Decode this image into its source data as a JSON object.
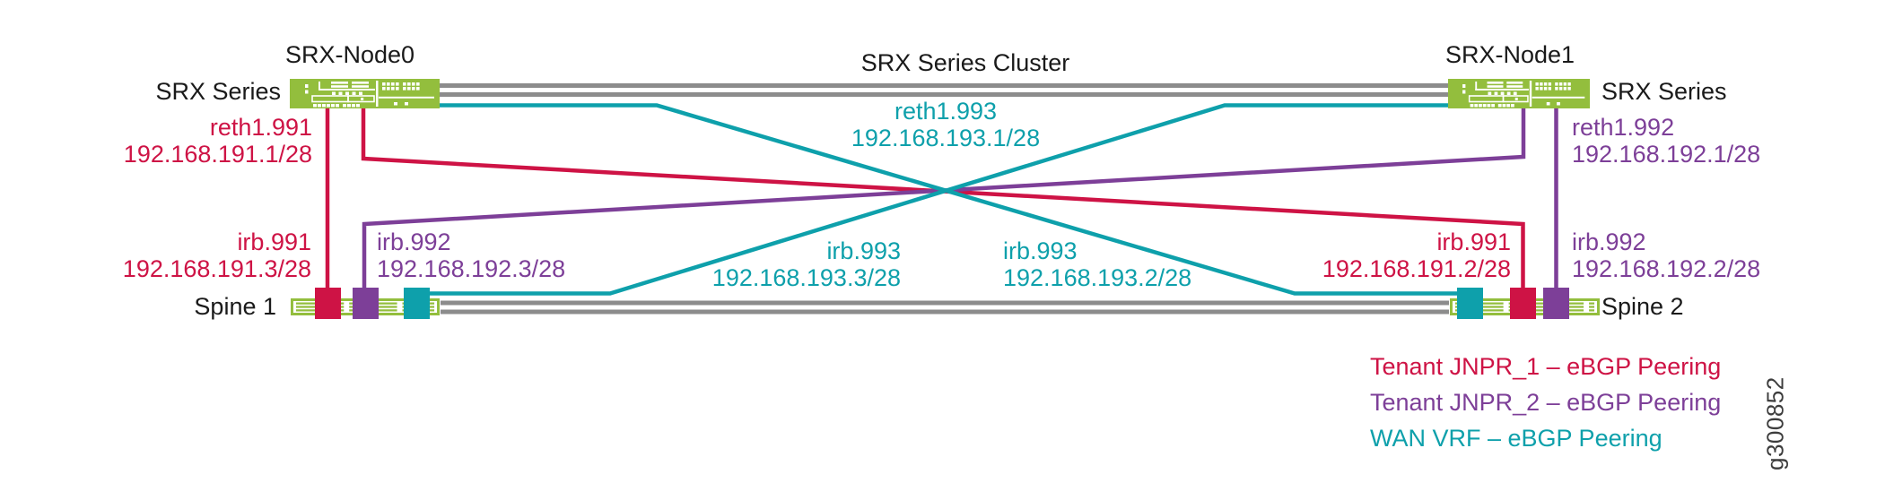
{
  "labels": {
    "node0_title": "SRX-Node0",
    "node1_title": "SRX-Node1",
    "cluster_title": "SRX Series Cluster",
    "srx_series_left": "SRX Series",
    "srx_series_right": "SRX Series",
    "spine1": "Spine 1",
    "spine2": "Spine 2"
  },
  "interfaces": {
    "reth1_991": {
      "name": "reth1.991",
      "ip": "192.168.191.1/28",
      "device": "SRX Series Cluster",
      "network": "Tenant JNPR_1"
    },
    "reth1_992": {
      "name": "reth1.992",
      "ip": "192.168.192.1/28",
      "device": "SRX Series Cluster",
      "network": "Tenant JNPR_2"
    },
    "reth1_993": {
      "name": "reth1.993",
      "ip": "192.168.193.1/28",
      "device": "SRX Series Cluster",
      "network": "WAN VRF"
    },
    "irb991_spine1": {
      "name": "irb.991",
      "ip": "192.168.191.3/28",
      "device": "Spine 1",
      "network": "Tenant JNPR_1"
    },
    "irb992_spine1": {
      "name": "irb.992",
      "ip": "192.168.192.3/28",
      "device": "Spine 1",
      "network": "Tenant JNPR_2"
    },
    "irb993_spine1": {
      "name": "irb.993",
      "ip": "192.168.193.3/28",
      "device": "Spine 1",
      "network": "WAN VRF"
    },
    "irb991_spine2": {
      "name": "irb.991",
      "ip": "192.168.191.2/28",
      "device": "Spine 2",
      "network": "Tenant JNPR_1"
    },
    "irb992_spine2": {
      "name": "irb.992",
      "ip": "192.168.192.2/28",
      "device": "Spine 2",
      "network": "Tenant JNPR_2"
    },
    "irb993_spine2": {
      "name": "irb.993",
      "ip": "192.168.193.2/28",
      "device": "Spine 2",
      "network": "WAN VRF"
    }
  },
  "links": [
    {
      "from": "SRX-Node0 reth1.991",
      "to": "Spine 1 irb.991",
      "network": "Tenant JNPR_1 - eBGP Peering"
    },
    {
      "from": "SRX-Node0 reth1.991",
      "to": "Spine 2 irb.991",
      "network": "Tenant JNPR_1 - eBGP Peering"
    },
    {
      "from": "SRX-Node1 reth1.992",
      "to": "Spine 2 irb.992",
      "network": "Tenant JNPR_2 - eBGP Peering"
    },
    {
      "from": "SRX-Node1 reth1.992",
      "to": "Spine 1 irb.992",
      "network": "Tenant JNPR_2 - eBGP Peering"
    },
    {
      "from": "SRX-Node0 reth1.993",
      "to": "Spine 2 irb.993",
      "network": "WAN VRF - eBGP Peering"
    },
    {
      "from": "SRX-Node1 reth1.993",
      "to": "Spine 1 irb.993",
      "network": "WAN VRF - eBGP Peering"
    },
    {
      "from": "SRX-Node0",
      "to": "SRX-Node1",
      "network": "SRX Series Cluster links (2x)"
    },
    {
      "from": "Spine 1",
      "to": "Spine 2",
      "network": "inter-spine links (2x)"
    }
  ],
  "legend": {
    "items": [
      {
        "label": "Tenant JNPR_1 – eBGP Peering",
        "color_key": "tenant_jnpr_1"
      },
      {
        "label": "Tenant JNPR_2 – eBGP Peering",
        "color_key": "tenant_jnpr_2"
      },
      {
        "label": "WAN VRF – eBGP Peering",
        "color_key": "wan_vrf"
      }
    ]
  },
  "figure_id": "g300852",
  "colors": {
    "tenant_jnpr_1": "#CE1345",
    "tenant_jnpr_2": "#7D3F98",
    "wan_vrf": "#0EA0AB",
    "device_green": "#93BE3D",
    "link_gray": "#8C8C8C",
    "ink": "#1A1A1A",
    "figure_gray": "#3D3D3D"
  }
}
